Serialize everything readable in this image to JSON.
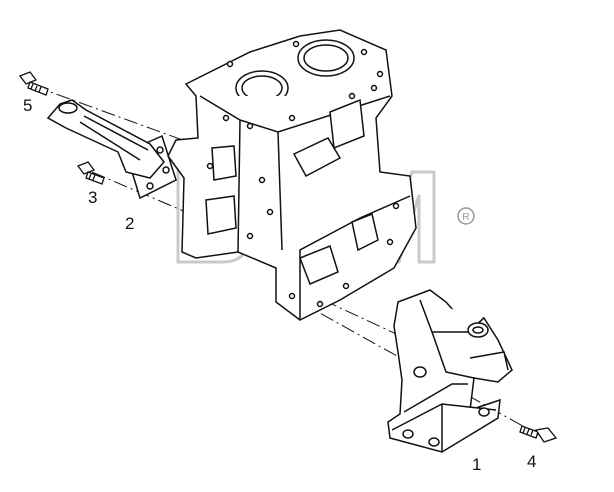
{
  "diagram": {
    "colors": {
      "line": "#111111",
      "watermark": "#c8c8c8"
    },
    "watermark": {
      "text": "BTM",
      "registered_symbol": "®"
    },
    "callouts": [
      {
        "id": "callout-1",
        "label": "1"
      },
      {
        "id": "callout-2",
        "label": "2"
      },
      {
        "id": "callout-3",
        "label": "3"
      },
      {
        "id": "callout-4",
        "label": "4"
      },
      {
        "id": "callout-5",
        "label": "5"
      }
    ]
  }
}
